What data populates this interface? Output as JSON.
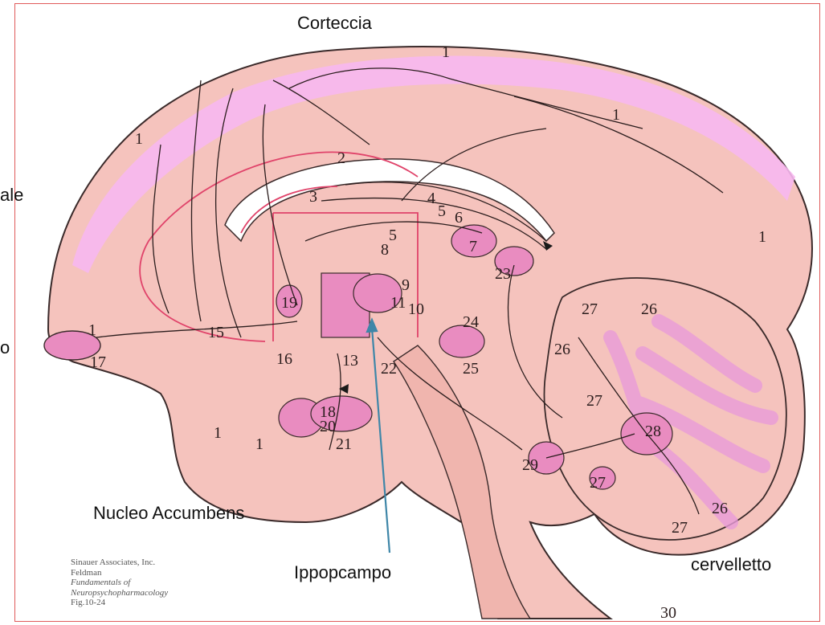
{
  "labels": {
    "top": "Corteccia",
    "left_upper": "ale",
    "left_lower": "o",
    "accumbens": "Nucleo Accumbens",
    "hippocampus": "Ippopcampo",
    "cerebellum": "cervelletto"
  },
  "credit": {
    "line1": "Sinauer Associates, Inc.",
    "line2": "Feldman",
    "line3": "Fundamentals of",
    "line4": "Neuropsychopharmacology",
    "line5": "Fig.10-24"
  },
  "pathway_numbers": [
    "1",
    "1",
    "1",
    "1",
    "1",
    "1",
    "1",
    "2",
    "3",
    "4",
    "5",
    "5",
    "6",
    "7",
    "8",
    "9",
    "10",
    "11",
    "13",
    "15",
    "16",
    "17",
    "18",
    "19",
    "20",
    "21",
    "22",
    "23",
    "24",
    "25",
    "26",
    "26",
    "26",
    "27",
    "27",
    "27",
    "27",
    "28",
    "29",
    "30"
  ],
  "colors": {
    "frame": "#e05a5a",
    "brain_fill": "#f5c3bd",
    "brain_outline": "#3a2a2a",
    "cortex_highlight": "#f7b8f0",
    "nucleus_fill": "#e98cc0",
    "pathway_red": "#e0436a",
    "arrow_blue": "#3e86a8"
  }
}
